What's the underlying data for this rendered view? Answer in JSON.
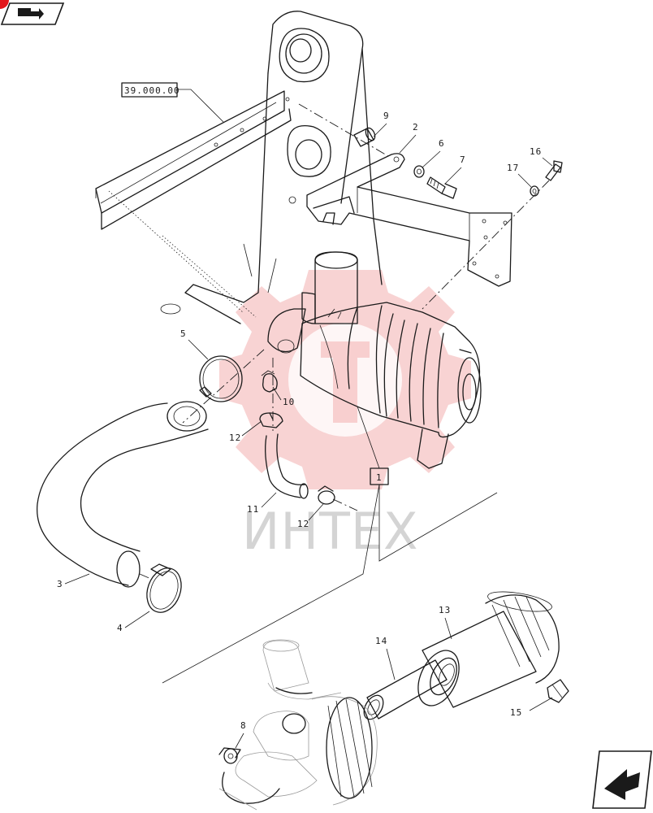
{
  "watermark": {
    "text": "ИНТЕХ",
    "color": "#f3aeae"
  },
  "nav": {
    "top_left_icon": "bookmark-arrow-icon",
    "bottom_right_icon": "next-page-arrow-icon",
    "corner_marker_color": "#e3171b"
  },
  "reference_box": {
    "label": "39.000.00"
  },
  "assembly_box": {
    "label": "1"
  },
  "callouts": {
    "c2": "2",
    "c3": "3",
    "c4": "4",
    "c5": "5",
    "c6": "6",
    "c7": "7",
    "c8": "8",
    "c9": "9",
    "c10": "10",
    "c11": "11",
    "c12a": "12",
    "c12b": "12",
    "c13": "13",
    "c14": "14",
    "c15": "15",
    "c16": "16",
    "c17": "17"
  }
}
